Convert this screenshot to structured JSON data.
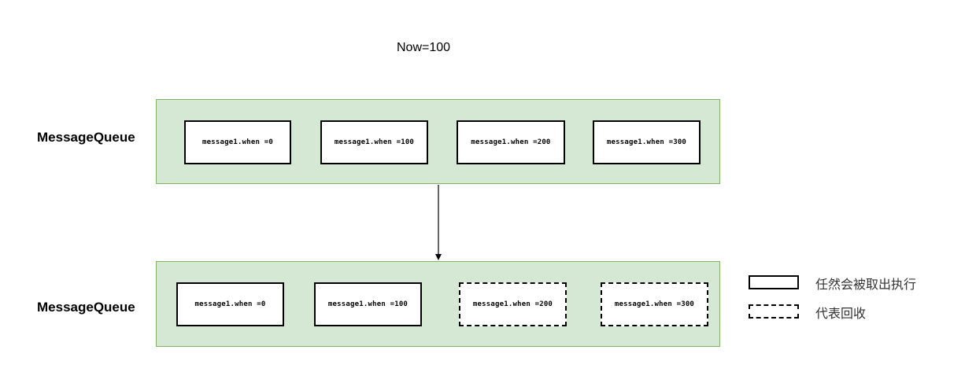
{
  "now_label": "Now=100",
  "queues": [
    {
      "label": "MessageQueue",
      "messages": [
        {
          "text": "message1.when =0",
          "style": "solid"
        },
        {
          "text": "message1.when =100",
          "style": "solid"
        },
        {
          "text": "message1.when =200",
          "style": "solid"
        },
        {
          "text": "message1.when =300",
          "style": "solid"
        }
      ]
    },
    {
      "label": "MessageQueue",
      "messages": [
        {
          "text": "message1.when =0",
          "style": "solid"
        },
        {
          "text": "message1.when =100",
          "style": "solid"
        },
        {
          "text": "message1.when =200",
          "style": "dashed"
        },
        {
          "text": "message1.when =300",
          "style": "dashed"
        }
      ]
    }
  ],
  "legend": {
    "solid_label": "任然会被取出执行",
    "dashed_label": "代表回收"
  },
  "colors": {
    "queue_fill": "#d5e8d4",
    "queue_border": "#82b366",
    "box_border": "#000000"
  }
}
